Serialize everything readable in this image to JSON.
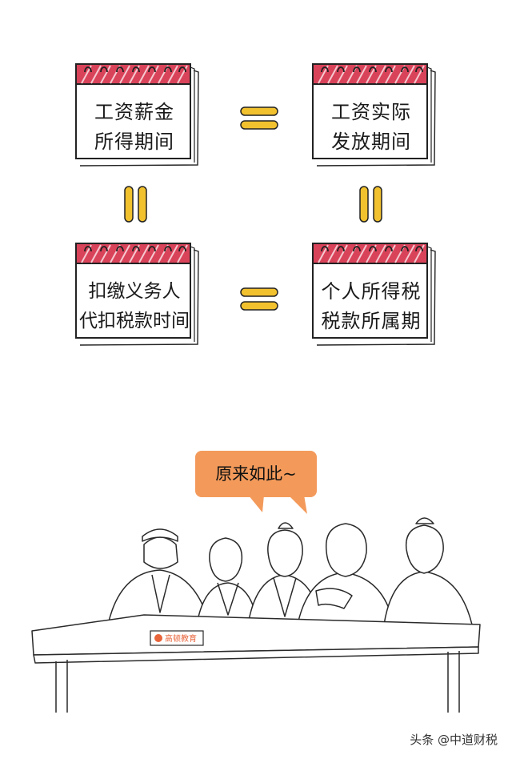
{
  "calendars": {
    "top_left": {
      "line1": "工资薪金",
      "line2": "所得期间"
    },
    "top_right": {
      "line1": "工资实际",
      "line2": "发放期间"
    },
    "bottom_left": {
      "line1": "扣缴义务人",
      "line2": "代扣税款时间"
    },
    "bottom_right": {
      "line1": "个人所得税",
      "line2": "税款所属期"
    }
  },
  "bubble": {
    "text": "原来如此~"
  },
  "nameplate": {
    "text": "高顿教育"
  },
  "watermark": {
    "text": "头条 @中道财税"
  },
  "colors": {
    "calendar_band": "#d9435a",
    "equals_fill": "#f2c12e",
    "bubble_fill": "#f39a5b",
    "nameplate_accent": "#e8643b"
  }
}
